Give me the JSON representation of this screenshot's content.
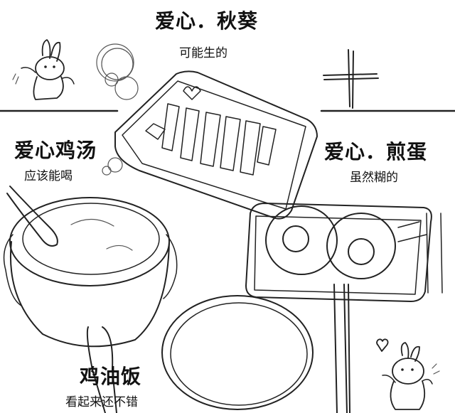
{
  "labels": {
    "top": {
      "title": "爱心．秋葵",
      "subtitle": "可能生的"
    },
    "soup": {
      "title": "爱心鸡汤",
      "subtitle": "应该能喝"
    },
    "egg": {
      "title": "爱心．煎蛋",
      "subtitle": "虽然糊的"
    },
    "rice": {
      "title": "鸡油饭",
      "subtitle": "看起来还不错"
    }
  },
  "colors": {
    "ink": "#222222",
    "paper": "#ffffff"
  }
}
